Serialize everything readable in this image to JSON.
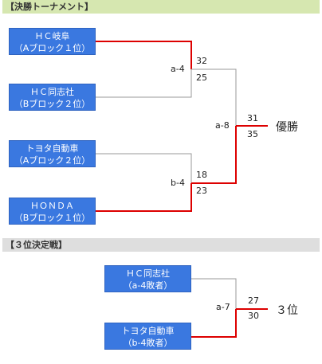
{
  "bracket": {
    "title": "【決勝トーナメント】",
    "teams": [
      {
        "line1": "ＨＣ岐阜",
        "line2": "（Aブロック１位）"
      },
      {
        "line1": "ＨＣ同志社",
        "line2": "（Bブロック２位）"
      },
      {
        "line1": "トヨタ自動車",
        "line2": "（Aブロック２位）"
      },
      {
        "line1": "ＨＯＮＤＡ",
        "line2": "（Bブロック１位）"
      }
    ],
    "matches": [
      {
        "id": "a-4",
        "top_score": "32",
        "bottom_score": "25"
      },
      {
        "id": "b-4",
        "top_score": "18",
        "bottom_score": "23"
      },
      {
        "id": "a-8",
        "top_score": "31",
        "bottom_score": "35"
      }
    ],
    "result": "優勝"
  },
  "third_place": {
    "title": "【３位決定戦】",
    "teams": [
      {
        "line1": "ＨＣ同志社",
        "line2": "（a-4敗者）"
      },
      {
        "line1": "トヨタ自動車",
        "line2": "（b-4敗者）"
      }
    ],
    "match": {
      "id": "a-7",
      "top_score": "27",
      "bottom_score": "30"
    },
    "result": "３位"
  },
  "colors": {
    "winner_line": "#dd0000",
    "loser_line": "#999999",
    "team_box": "#3a78e0"
  }
}
